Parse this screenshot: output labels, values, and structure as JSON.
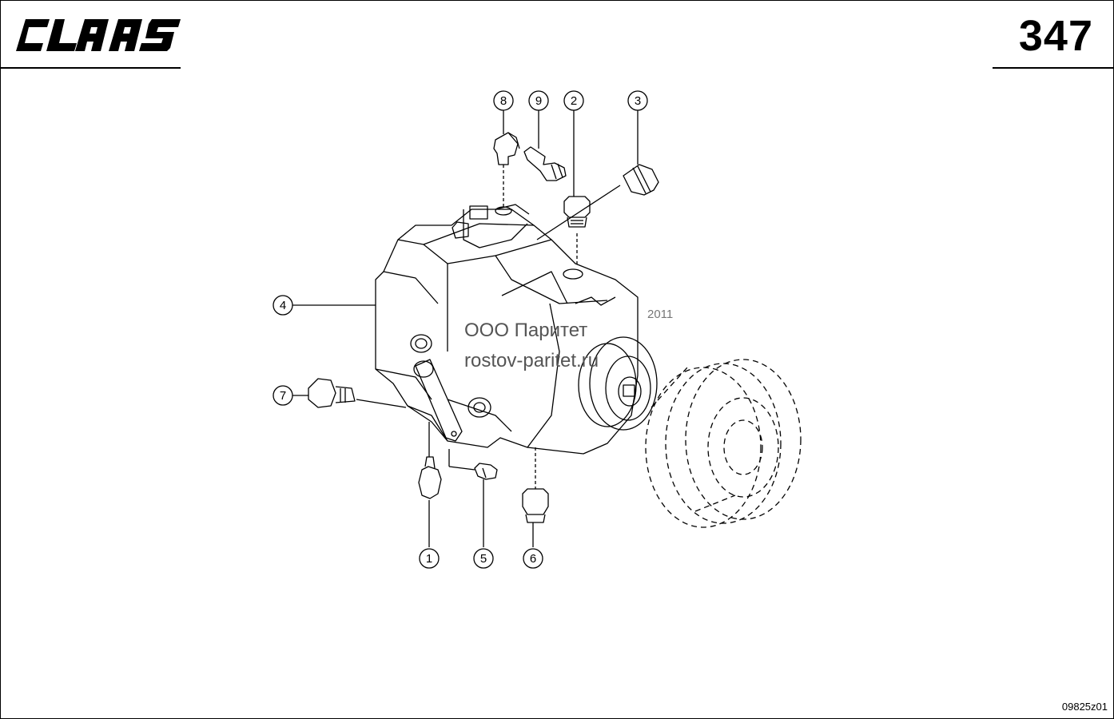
{
  "header": {
    "brand": "CLAAS",
    "page_number": "347"
  },
  "watermark": {
    "company": "ООО Паритет",
    "website": "rostov-paritet.ru",
    "year": "2011"
  },
  "footer": {
    "drawing_code": "09825z01"
  },
  "callouts": [
    "1",
    "2",
    "3",
    "4",
    "5",
    "6",
    "7",
    "8",
    "9"
  ]
}
